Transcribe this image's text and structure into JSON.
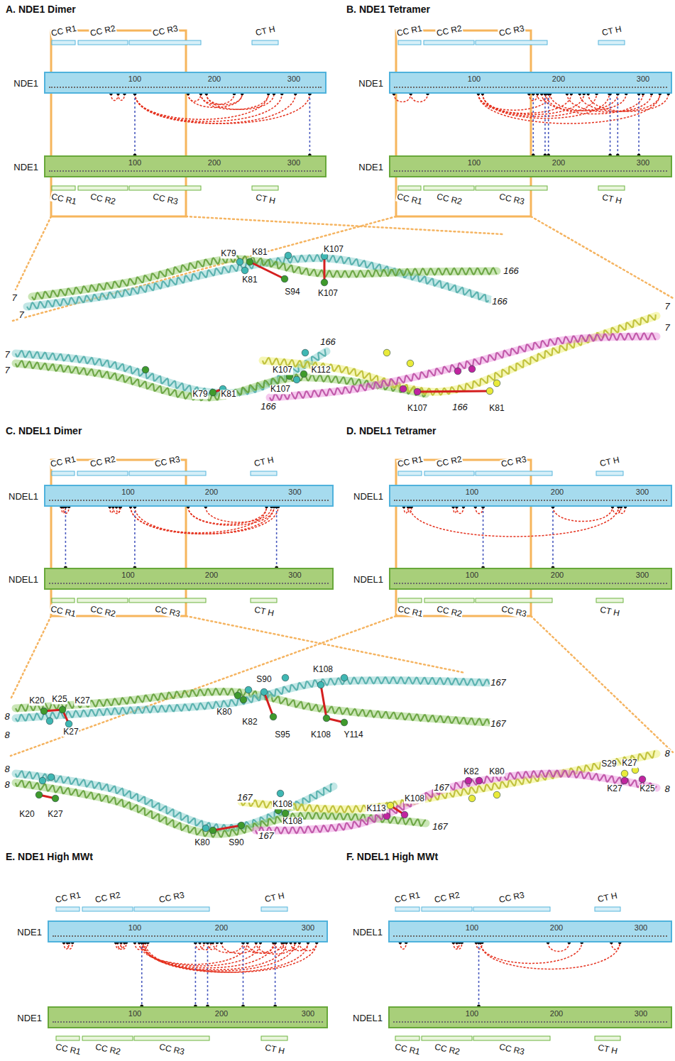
{
  "diagram": {
    "nodes": [
      {
        "text": [
          "NDE1",
          "100",
          "200",
          "300"
        ]
      },
      {
        "text": [
          "NDE1",
          "100",
          "200",
          "300"
        ]
      },
      {
        "text": [
          "NDE1",
          "100",
          "200",
          "300"
        ]
      },
      {
        "text": [
          "NDE1",
          "100",
          "200",
          "300"
        ]
      },
      {
        "text": [
          "NDEL1",
          "100",
          "200",
          "300"
        ]
      },
      {
        "text": [
          "NDEL1",
          "100",
          "200",
          "300"
        ]
      },
      {
        "text": [
          "NDEL1",
          "100",
          "200",
          "300"
        ]
      },
      {
        "text": [
          "NDEL1",
          "100",
          "200",
          "300"
        ]
      },
      {
        "text": [
          "NDE1",
          "100",
          "200",
          "300"
        ]
      },
      {
        "text": [
          "NDE1",
          "100",
          "200",
          "300"
        ]
      },
      {
        "text": [
          "NDEL1",
          "100",
          "200",
          "300"
        ]
      },
      {
        "text": [
          "NDEL1",
          "100",
          "200",
          "300"
        ]
      }
    ],
    "edges": [
      {
        "from": 0,
        "to": 1,
        "arrow": "none"
      },
      {
        "from": 0,
        "to": 1,
        "arrow": "none"
      },
      {
        "from": 2,
        "to": 3,
        "arrow": "none"
      },
      {
        "from": 2,
        "to": 3,
        "arrow": "none"
      },
      {
        "from": 2,
        "to": 3,
        "arrow": "none"
      },
      {
        "from": 2,
        "to": 3,
        "arrow": "none"
      },
      {
        "from": 2,
        "to": 3,
        "arrow": "none"
      },
      {
        "from": 2,
        "to": 3,
        "arrow": "none"
      },
      {
        "from": 4,
        "to": 5,
        "arrow": "none"
      },
      {
        "from": 4,
        "to": 5,
        "arrow": "none"
      },
      {
        "from": 4,
        "to": 5,
        "arrow": "none"
      },
      {
        "from": 6,
        "to": 7,
        "arrow": "none"
      },
      {
        "from": 6,
        "to": 7,
        "arrow": "none"
      },
      {
        "from": 8,
        "to": 9,
        "arrow": "none"
      },
      {
        "from": 8,
        "to": 9,
        "arrow": "none"
      },
      {
        "from": 8,
        "to": 9,
        "arrow": "none"
      },
      {
        "from": 8,
        "to": 9,
        "arrow": "none"
      },
      {
        "from": 8,
        "to": 9,
        "arrow": "none"
      },
      {
        "from": 10,
        "to": 11,
        "arrow": "none"
      }
    ],
    "labels": [
      "A. NDE1 Dimer",
      "B. NDE1 Tetramer",
      "C. NDEL1 Dimer",
      "D. NDEL1 Tetramer",
      "E. NDE1 High MWt",
      "F. NDEL1 High MWt",
      "CC R1",
      "CC R2",
      "CC R3",
      "CT H",
      "CC R1",
      "CC R2",
      "CC R3",
      "CT H",
      "CC R1",
      "CC R2",
      "CC R3",
      "CT H",
      "CC R1",
      "CC R2",
      "CC R3",
      "CT H",
      "CC R1",
      "CC R2",
      "CC R3",
      "CT H",
      "CC R1",
      "CC R2",
      "CC R3",
      "CT H",
      "CC R1",
      "CC R2",
      "CC R3",
      "CT H",
      "CC R1",
      "CC R2",
      "CC R3",
      "CT H",
      "CC R1",
      "CC R2",
      "CC R3",
      "CT H",
      "CC R1",
      "CC R2",
      "CC R3",
      "CT H",
      "CC R1",
      "CC R2",
      "CC R3",
      "CT H",
      "CC R1",
      "CC R2",
      "CC R3",
      "CT H",
      "K79",
      "K81",
      "K81",
      "S94",
      "K107",
      "K107",
      "7",
      "7",
      "166",
      "166",
      "166",
      "7",
      "7",
      "K107",
      "K112",
      "K79",
      "K81",
      "K107",
      "166",
      "K107",
      "166",
      "K81",
      "7",
      "7",
      "8",
      "8",
      "K20",
      "K25",
      "K27",
      "K27",
      "K108",
      "S90",
      "K80",
      "K82",
      "S95",
      "K108",
      "Y114",
      "167",
      "167",
      "8",
      "8",
      "K20",
      "K27",
      "167",
      "K108",
      "K108",
      "167",
      "K80",
      "S90",
      "K113",
      "K108",
      "167",
      "K82",
      "K80",
      "167",
      "S29",
      "K27",
      "8",
      "8",
      "K27",
      "K25"
    ]
  }
}
